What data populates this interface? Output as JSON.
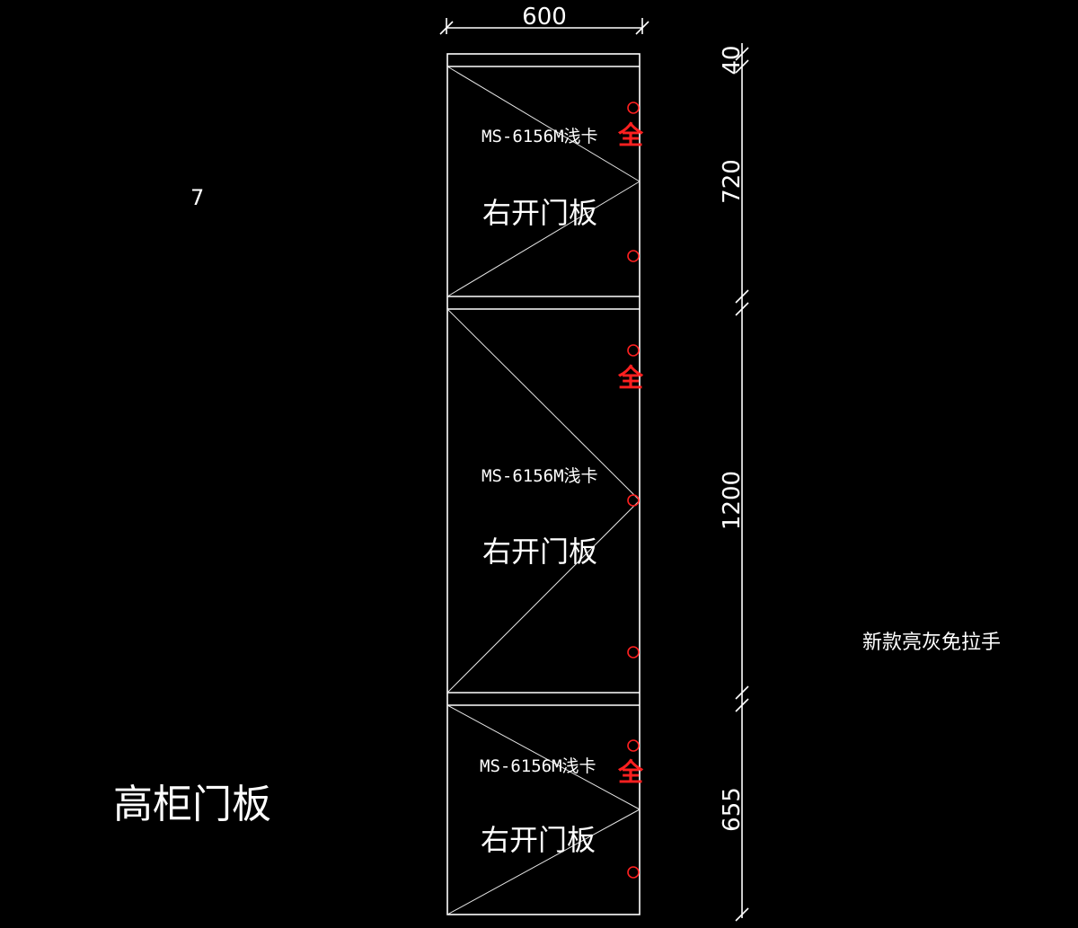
{
  "top_dimension": "600",
  "side_dimensions": [
    "40",
    "720",
    "1200",
    "655"
  ],
  "panel_number": "7",
  "title": "高柜门板",
  "note": "新款亮灰免拉手",
  "panels": [
    {
      "model": "MS-6156M浅卡",
      "door": "右开门板",
      "mark": "全"
    },
    {
      "model": "MS-6156M浅卡",
      "door": "右开门板",
      "mark": "全"
    },
    {
      "model": "MS-6156M浅卡",
      "door": "右开门板",
      "mark": "全"
    }
  ],
  "colors": {
    "background": "#000000",
    "lines": "#ffffff",
    "hinges": "#ff2020"
  }
}
